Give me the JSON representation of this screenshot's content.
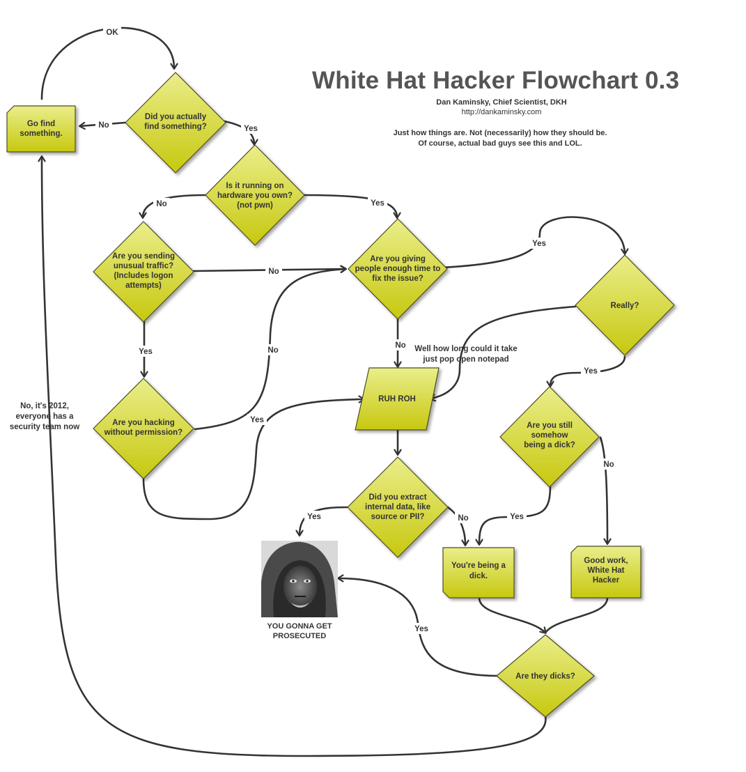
{
  "header": {
    "title": "White Hat Hacker Flowchart 0.3",
    "author": "Dan Kaminsky, Chief Scientist, DKH",
    "url": "http://dankaminsky.com",
    "note_line1": "Just how things are.  Not (necessarily) how they should be.",
    "note_line2": "Of course, actual bad guys see this and LOL."
  },
  "colors": {
    "shape_fill_top": "#eaee8a",
    "shape_fill_bottom": "#c7c80f",
    "shape_stroke": "#4d4d20",
    "line": "#333333",
    "text": "#333333"
  },
  "nodes": {
    "go_find": [
      "Go find",
      "something."
    ],
    "found": [
      "Did you actually",
      "find something?"
    ],
    "hardware": [
      "Is it running on",
      "hardware you own?",
      "(not pwn)"
    ],
    "traffic": [
      "Are you sending",
      "unusual traffic?",
      "(Includes logon",
      "attempts)"
    ],
    "time": [
      "Are you giving",
      "people enough time to",
      "fix the issue?"
    ],
    "really": [
      "Really?"
    ],
    "hacking": [
      "Are you hacking",
      "without permission?"
    ],
    "ruh_roh": [
      "RUH ROH"
    ],
    "extract": [
      "Did you extract",
      "internal data, like",
      "source or PII?"
    ],
    "still_dick": [
      "Are you still",
      "somehow",
      "being a dick?"
    ],
    "being_dick": [
      "You're being a",
      "dick."
    ],
    "good_work": [
      "Good work,",
      "White Hat",
      "Hacker"
    ],
    "they_dicks": [
      "Are they dicks?"
    ]
  },
  "edge_labels": {
    "ok": "OK",
    "found_no": "No",
    "found_yes": "Yes",
    "hw_no": "No",
    "hw_yes": "Yes",
    "traffic_no": "No",
    "traffic_yes": "Yes",
    "time_yes": "Yes",
    "time_no": "No",
    "hacking_no": "No",
    "hacking_yes": "Yes",
    "really_yes": "Yes",
    "extract_yes": "Yes",
    "extract_no": "No",
    "still_yes": "Yes",
    "still_no": "No",
    "they_yes": "Yes"
  },
  "annotations": {
    "notepad": [
      "Well how long could it take",
      "just pop open notepad"
    ],
    "year": [
      "No, it's 2012,",
      "everyone has a",
      "security team now"
    ]
  },
  "outcome": {
    "caption_line1": "YOU GONNA GET",
    "caption_line2": "PROSECUTED"
  }
}
